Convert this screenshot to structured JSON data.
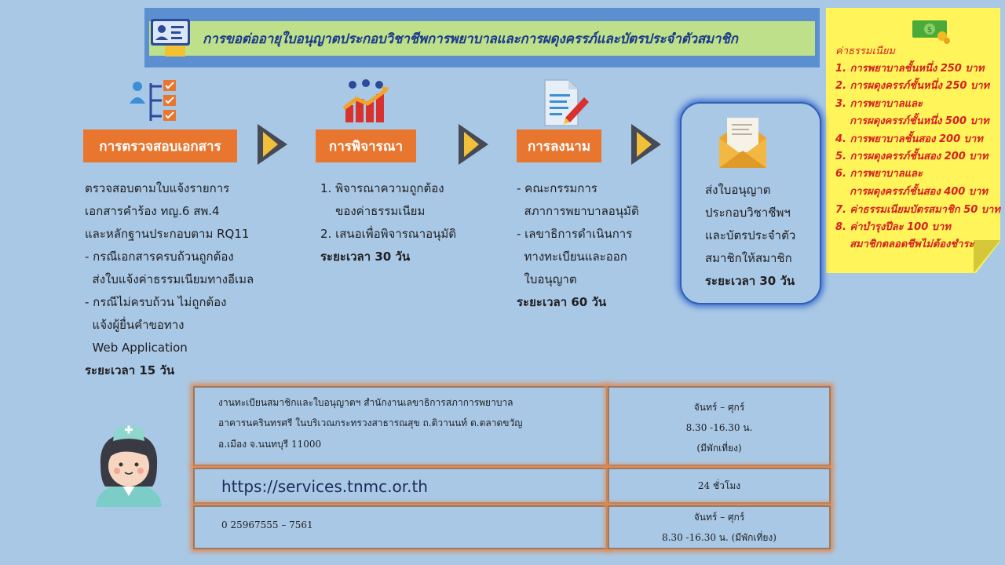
{
  "title": "การขอต่ออายุใบอนุญาตประกอบวิชาชีพการพยาบาลและการผดุงครรภ์และบัตรประจำตัวสมาชิก",
  "fees": {
    "title": "ค่าธรรมเนียม",
    "lines": [
      "1. การพยาบาลชั้นหนึ่ง 250 บาท",
      "2. การผดุงครรภ์ชั้นหนึ่ง 250 บาท",
      "3. การพยาบาลและ",
      "    การผดุงครรภ์ชั้นหนึ่ง 500 บาท",
      "4. การพยาบาลชั้นสอง 200 บาท",
      "5. การผดุงครรภ์ชั้นสอง 200 บาท",
      "6. การพยาบาลและ",
      "    การผดุงครรภ์ชั้นสอง 400 บาท",
      "7. ค่าธรรมเนียมบัตรสมาชิก 50 บาท",
      "8. ค่าบำรุงปีละ 100 บาท",
      "    สมาชิกตลอดชีพไม่ต้องชำระ"
    ]
  },
  "steps": [
    {
      "label": "การตรวจสอบเอกสาร",
      "lines": [
        "ตรวจสอบตามใบแจ้งรายการ",
        "เอกสารคำร้อง ทญ.6 สพ.4",
        "และหลักฐานประกอบตาม RQ11",
        "- กรณีเอกสารครบถ้วนถูกต้อง",
        "  ส่งใบแจ้งค่าธรรมเนียมทางอีเมล",
        "- กรณีไม่ครบถ้วน ไม่ถูกต้อง",
        "  แจ้งผู้ยื่นคำขอทาง",
        "  Web Application"
      ],
      "duration": "ระยะเวลา 15 วัน"
    },
    {
      "label": "การพิจารณา",
      "lines": [
        "1. พิจารณาความถูกต้อง",
        "    ของค่าธรรมเนียม",
        "2. เสนอเพื่อพิจารณาอนุมัติ"
      ],
      "duration": "ระยะเวลา 30 วัน"
    },
    {
      "label": "การลงนาม",
      "lines": [
        "- คณะกรรมการ",
        "  สภาการพยาบาลอนุมัติ",
        "- เลขาธิการดำเนินการ",
        "  ทางทะเบียนและออก",
        "  ใบอนุญาต"
      ],
      "duration": "ระยะเวลา 60 วัน"
    },
    {
      "label": "",
      "lines": [
        "ส่งใบอนุญาต",
        "ประกอบวิชาชีพฯ",
        "และบัตรประจำตัว",
        "สมาชิกให้สมาชิก"
      ],
      "duration": "ระยะเวลา 30 วัน"
    }
  ],
  "contact": {
    "address": [
      "งานทะเบียนสมาชิกและใบอนุญาตฯ  สำนักงานเลขาธิการสภาการพยาบาล",
      "อาคารนครินทรศรี  ในบริเวณกระทรวงสาธารณสุข  ถ.ติวานนท์ ต.ตลาดขวัญ",
      "อ.เมือง จ.นนทบุรี  11000"
    ],
    "address_hours": [
      "จันทร์ – ศุกร์",
      "8.30 -16.30 น.",
      "(มีพักเที่ยง)"
    ],
    "url": "https://services.tnmc.or.th",
    "url_hours": "24 ชั่วโมง",
    "phone": "0 25967555 – 7561",
    "phone_hours": [
      "จันทร์ – ศุกร์",
      "8.30 -16.30 น. (มีพักเที่ยง)"
    ]
  },
  "colors": {
    "accent": "#e9762f",
    "background": "#a9c8e6",
    "fee_text": "#d42020",
    "note": "#fff45a"
  }
}
